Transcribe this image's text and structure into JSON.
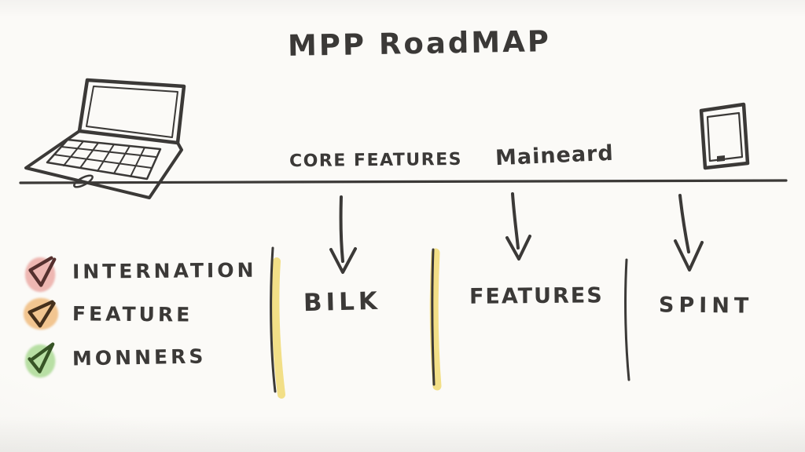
{
  "title": "MPP RoadMAP",
  "timeline": {
    "labels": [
      {
        "id": "core-features",
        "text": "CORE FEATURES"
      },
      {
        "id": "maineard",
        "text": "Maineard"
      }
    ],
    "arrow_count": 3
  },
  "checklist": {
    "items": [
      {
        "label": "INTERNATION",
        "blob_color": "#eeb7b2",
        "check_color": "#55302e",
        "checked": true
      },
      {
        "label": "FEATURE",
        "blob_color": "#f2c590",
        "check_color": "#45301c",
        "checked": true
      },
      {
        "label": "MONNERS",
        "blob_color": "#b8dfa4",
        "check_color": "#375426",
        "checked": true
      }
    ]
  },
  "columns": [
    {
      "label": "BILK",
      "divider_highlighted": true
    },
    {
      "label": "FEATURES",
      "divider_highlighted": true
    },
    {
      "label": "SPINT",
      "divider_highlighted": false
    }
  ],
  "icons": {
    "laptop": "laptop-sketch-icon",
    "tablet": "tablet-sketch-icon",
    "arrow": "arrow-down-icon",
    "checkmark": "checkmark-icon",
    "highlighter": "highlighter-stroke"
  },
  "colors": {
    "ink": "#3b3937",
    "highlight": "#f0d973",
    "background": "#f8f7f4"
  }
}
